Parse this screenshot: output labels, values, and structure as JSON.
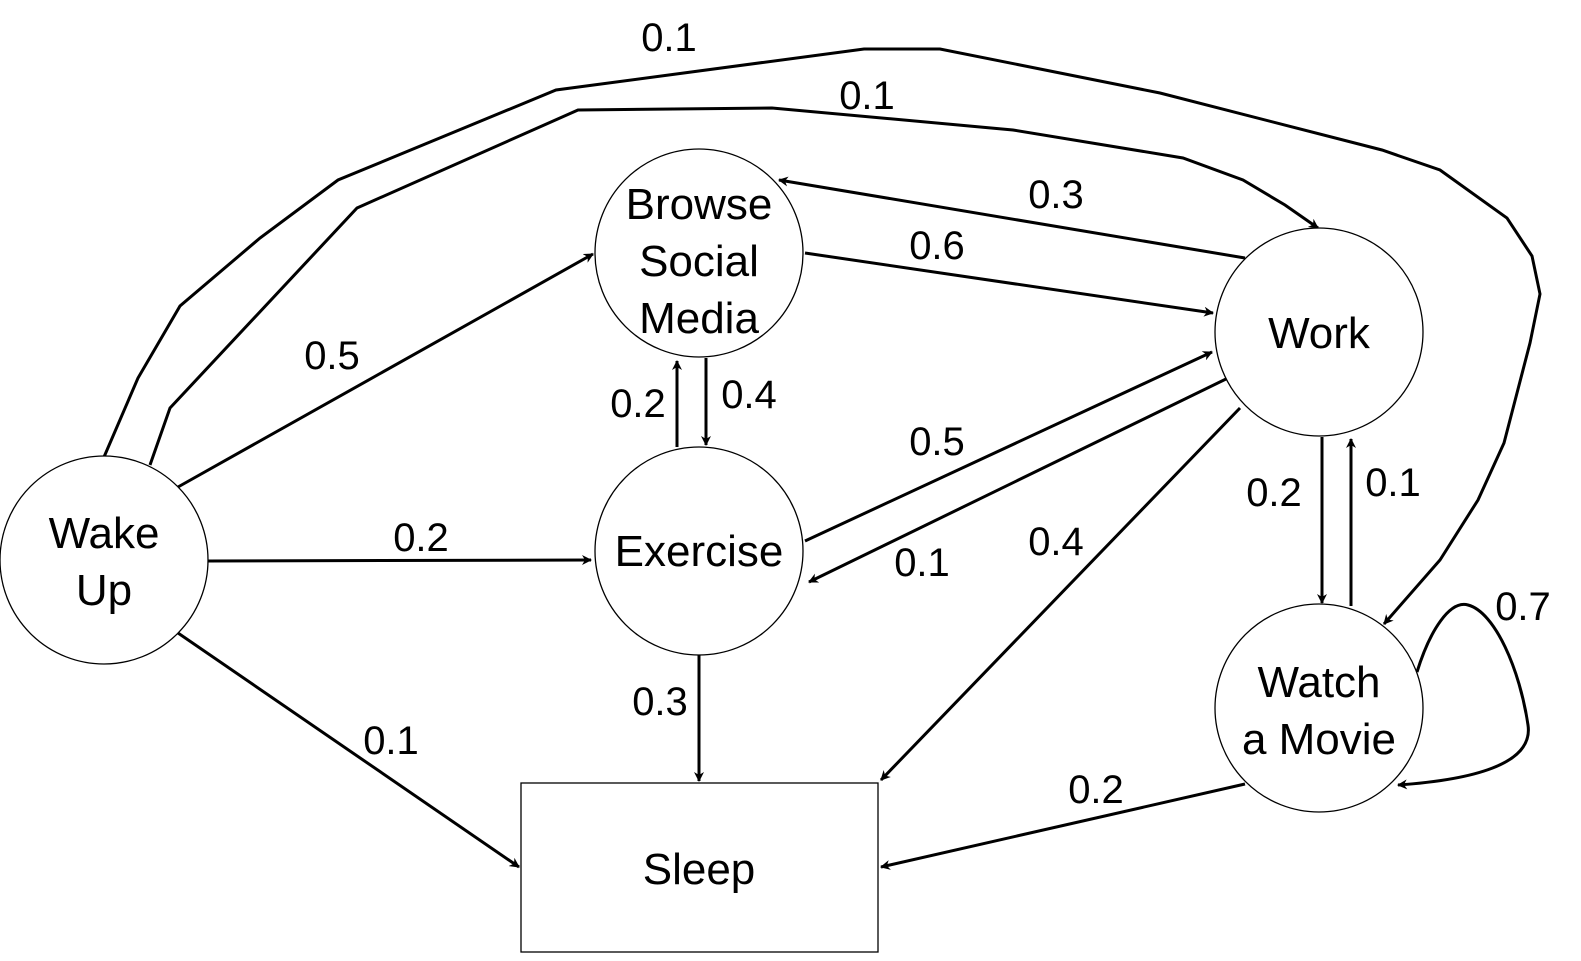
{
  "title": "Daily activity Markov chain",
  "nodes": {
    "wake_up": [
      "Wake",
      "Up"
    ],
    "browse": [
      "Browse",
      "Social",
      "Media"
    ],
    "exercise": [
      "Exercise"
    ],
    "work": [
      "Work"
    ],
    "movie": [
      "Watch",
      "a Movie"
    ],
    "sleep": [
      "Sleep"
    ]
  },
  "edges": {
    "wake_browse": "0.5",
    "wake_exercise": "0.2",
    "wake_sleep": "0.1",
    "wake_work": "0.1",
    "wake_movie": "0.1",
    "browse_work": "0.6",
    "work_browse": "0.3",
    "browse_exercise": "0.4",
    "exercise_browse": "0.2",
    "exercise_work": "0.5",
    "work_exercise": "0.1",
    "exercise_sleep": "0.3",
    "work_sleep": "0.4",
    "work_movie": "0.2",
    "movie_work": "0.1",
    "movie_movie": "0.7",
    "movie_sleep": "0.2"
  }
}
